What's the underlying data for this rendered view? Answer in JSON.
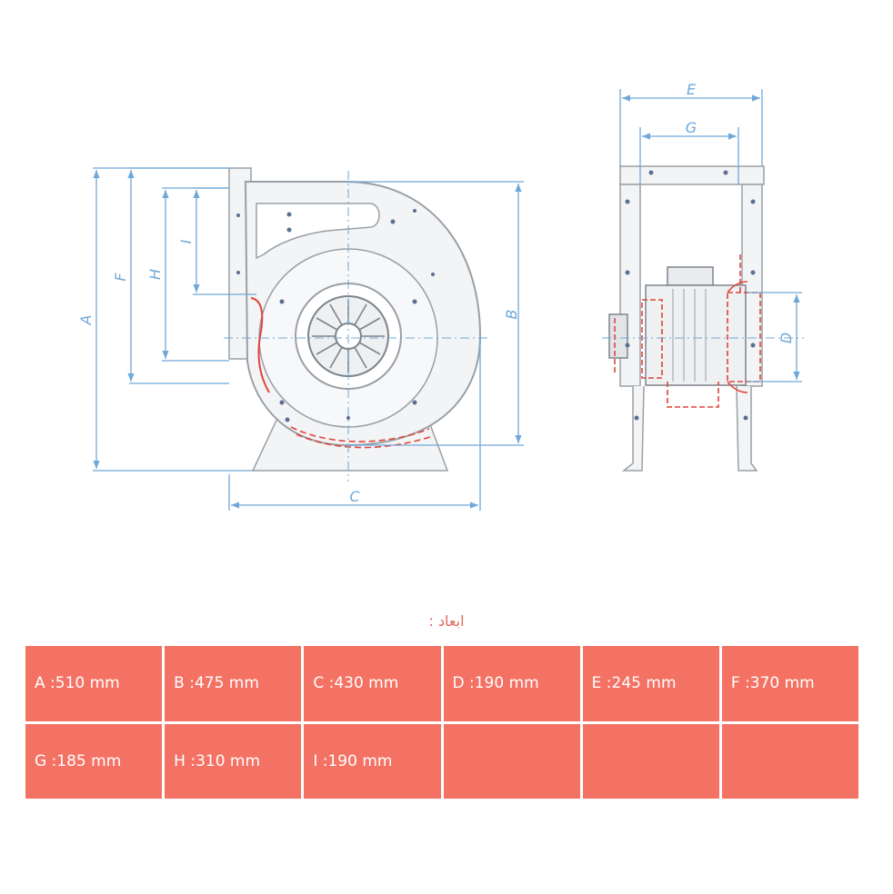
{
  "labels": {
    "A": "A",
    "B": "B",
    "C": "C",
    "D": "D",
    "E": "E",
    "F": "F",
    "G": "G",
    "H": "H",
    "I": "I"
  },
  "caption": "ابعاد :",
  "colors": {
    "dimension_line": "#6fa8d8",
    "outline": "#9aa0a6",
    "accent": "#e0443a",
    "table_cell": "#f47264"
  },
  "dimensions": [
    "A :510 mm",
    "B :475 mm",
    "C :430 mm",
    "D :190 mm",
    "E :245 mm",
    "F :370 mm",
    "G :185 mm",
    "H :310 mm",
    "I :190 mm",
    "",
    "",
    ""
  ]
}
